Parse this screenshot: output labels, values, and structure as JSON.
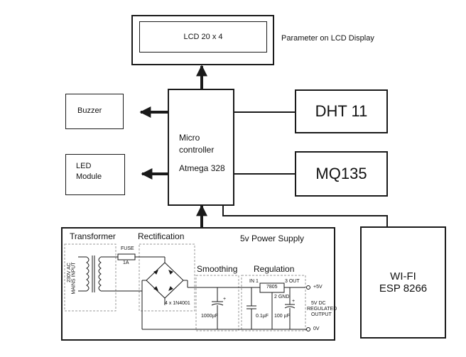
{
  "lcd": {
    "label": "LCD 20 x 4",
    "caption": "Parameter on LCD Display"
  },
  "buzzer": {
    "label": "Buzzer"
  },
  "led": {
    "line1": "LED",
    "line2": "Module"
  },
  "mcu": {
    "line1": "Micro",
    "line2": "controller",
    "line3": "Atmega 328"
  },
  "dht": {
    "label": "DHT 11"
  },
  "mq": {
    "label": "MQ135"
  },
  "wifi": {
    "line1": "WI-FI",
    "line2": "ESP 8266"
  },
  "power_supply": {
    "title": "5v Power Supply",
    "transformer": "Transformer",
    "rectification": "Rectification",
    "smoothing": "Smoothing",
    "regulation": "Regulation",
    "mains_line1": "230V AC",
    "mains_line2": "MAINS INPUT",
    "fuse": "FUSE",
    "fuse_rating": "1A",
    "diodes": "4 x 1N4001",
    "cap1": "1000µF",
    "regulator": "7805",
    "pin_in": "IN 1",
    "pin_out": "3 OUT",
    "pin_gnd": "2 GND",
    "cap2": "0.1µF",
    "cap3": "100 µF",
    "out_line1": "5V DC",
    "out_line2": "REGULATED",
    "out_line3": "OUTPUT",
    "plus5v": "+5V",
    "zerov": "0V",
    "plus_mark": "+"
  },
  "colors": {
    "line": "#1a1a1a",
    "dashed": "#999999",
    "text": "#111111"
  }
}
